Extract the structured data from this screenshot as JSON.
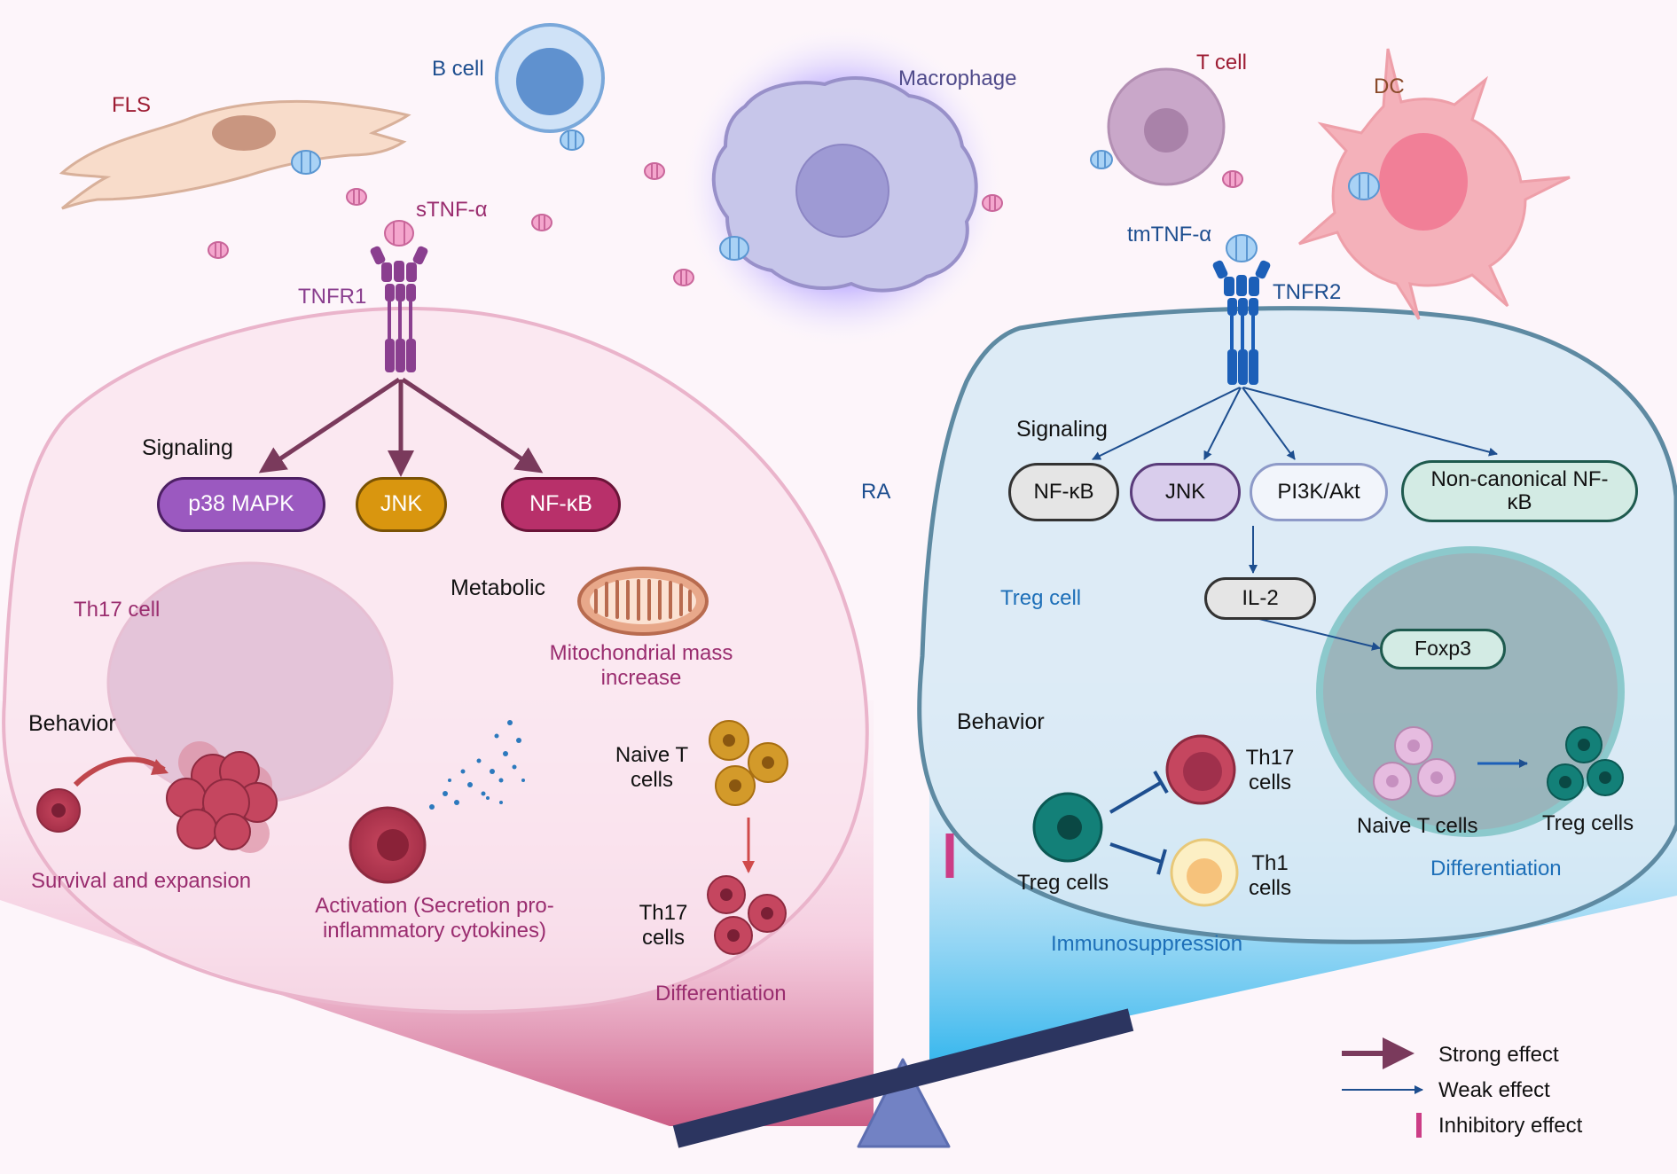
{
  "cells": {
    "fls": "FLS",
    "b_cell": "B cell",
    "macrophage": "Macrophage",
    "t_cell": "T cell",
    "dc": "DC"
  },
  "ligands": {
    "stnf": "sTNF-α",
    "tmtnf": "tmTNF-α"
  },
  "center_label": "RA",
  "left": {
    "receptor": "TNFR1",
    "signaling_heading": "Signaling",
    "signals": [
      "p38 MAPK",
      "JNK",
      "NF-κB"
    ],
    "cell_type": "Th17 cell",
    "metabolic_heading": "Metabolic",
    "metabolic_effect": "Mitochondrial mass increase",
    "behavior_heading": "Behavior",
    "survival": "Survival and expansion",
    "activation": "Activation (Secretion pro-inflammatory cytokines)",
    "naive": "Naive T cells",
    "th17": "Th17 cells",
    "differentiation": "Differentiation"
  },
  "right": {
    "receptor": "TNFR2",
    "signaling_heading": "Signaling",
    "signals": [
      "NF-κB",
      "JNK",
      "PI3K/Akt",
      "Non-canonical NF-κB"
    ],
    "cell_type": "Treg cell",
    "il2": "IL-2",
    "foxp3": "Foxp3",
    "behavior_heading": "Behavior",
    "treg": "Treg cells",
    "th17": "Th17 cells",
    "th1": "Th1 cells",
    "immunosuppression": "Immunosuppression",
    "naive": "Naive T cells",
    "treg_out": "Treg cells",
    "differentiation": "Differentiation"
  },
  "legend": {
    "strong": "Strong effect",
    "weak": "Weak effect",
    "inhibitory": "Inhibitory effect"
  },
  "colors": {
    "tnfr1": "#8a3f8f",
    "tnfr2": "#1c5fb8",
    "p38": "#9b59c0",
    "jnk_left": "#d9960f",
    "nfkb_left": "#b8306a",
    "strong_arrow": "#7a3a5c",
    "weak_arrow": "#1d4e8f",
    "inhibit": "#cc3d86",
    "seesaw": "#2c3560",
    "fulcrum": "#7282c4"
  }
}
